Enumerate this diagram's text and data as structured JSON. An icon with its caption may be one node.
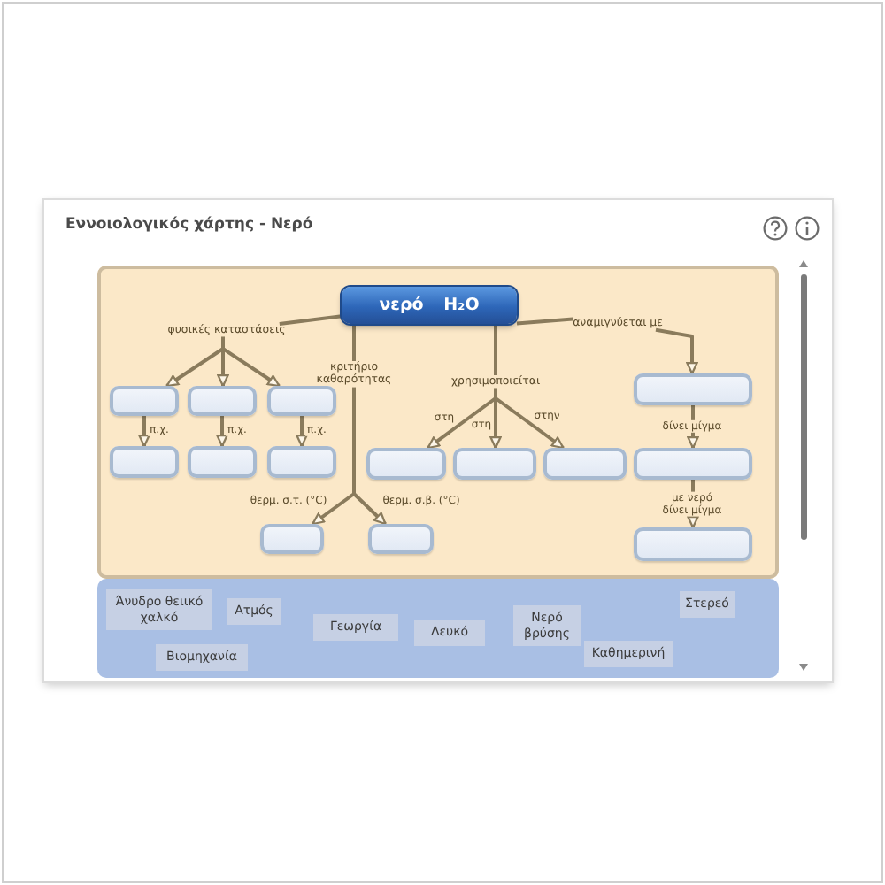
{
  "diagram": {
    "title": "Εννοιολογικός χάρτης - Νερό",
    "nodes": [
      {
        "text": [],
        "shape": "box"
      },
      {
        "text": [
          "νερό H₂O"
        ],
        "in": 0
      },
      {
        "text": [
          "φυσικές καταστάσεις"
        ],
        "in": 0
      },
      {
        "text": [
          "κριτήριο καθαρότητας"
        ],
        "in": 0
      },
      {
        "text": [
          "χρησιμοποιείται"
        ],
        "in": 0
      },
      {
        "text": [
          "αναμιγνύεται με"
        ],
        "in": 0
      },
      {
        "text": [],
        "shape": "box",
        "in": 0
      },
      {
        "text": [],
        "shape": "box",
        "in": 0
      },
      {
        "text": [],
        "shape": "box",
        "in": 0
      },
      {
        "text": [],
        "shape": "box",
        "in": 0
      },
      {
        "text": [],
        "shape": "box",
        "in": 0
      },
      {
        "text": [],
        "shape": "box",
        "in": 0
      },
      {
        "text": [],
        "shape": "box",
        "in": 0
      },
      {
        "text": [],
        "shape": "box",
        "in": 0
      },
      {
        "text": [],
        "shape": "box",
        "in": 0
      },
      {
        "text": [],
        "shape": "box",
        "in": 0
      },
      {
        "text": [],
        "shape": "box",
        "in": 0
      },
      {
        "text": [],
        "shape": "box",
        "in": 0
      },
      {
        "text": [],
        "shape": "box",
        "in": 0
      },
      {
        "text": [],
        "shape": "box",
        "in": 0
      },
      {
        "text": [],
        "shape": "box"
      },
      {
        "text": [
          "Άνυδρο θειικό χαλκό"
        ],
        "in": 20
      },
      {
        "text": [
          "Ατμός"
        ],
        "in": 20
      },
      {
        "text": [
          "Στερεό"
        ],
        "in": 20
      },
      {
        "text": [
          "Γεωργία"
        ],
        "in": 20
      },
      {
        "text": [
          "Λευκό"
        ],
        "in": 20
      },
      {
        "text": [
          "Νερό βρύσης"
        ],
        "in": 20
      },
      {
        "text": [
          "Βιομηχανία"
        ],
        "in": 20
      },
      {
        "text": [
          "Καθημερινή"
        ],
        "in": 20
      }
    ],
    "edges": [
      {
        "from": 1,
        "to": 2,
        "arrow": "none"
      },
      {
        "from": 2,
        "to": 6,
        "arrow": "to"
      },
      {
        "from": 2,
        "to": 7,
        "arrow": "to"
      },
      {
        "from": 2,
        "to": 8,
        "arrow": "to"
      },
      {
        "from": 6,
        "to": 10,
        "arrow": "to",
        "label": "π.χ."
      },
      {
        "from": 7,
        "to": 11,
        "arrow": "to",
        "label": "π.χ."
      },
      {
        "from": 8,
        "to": 12,
        "arrow": "to",
        "label": "π.χ."
      },
      {
        "from": 1,
        "to": 3,
        "arrow": "none"
      },
      {
        "from": 3,
        "to": 17,
        "arrow": "to",
        "label": "θερμ. σ.τ. (°C)"
      },
      {
        "from": 3,
        "to": 18,
        "arrow": "to",
        "label": "θερμ. σ.β. (°C)"
      },
      {
        "from": 1,
        "to": 4,
        "arrow": "none"
      },
      {
        "from": 4,
        "to": 13,
        "arrow": "to",
        "label": "στη"
      },
      {
        "from": 4,
        "to": 14,
        "arrow": "to",
        "label": "στη"
      },
      {
        "from": 4,
        "to": 15,
        "arrow": "to",
        "label": "στην"
      },
      {
        "from": 1,
        "to": 5,
        "arrow": "none"
      },
      {
        "from": 5,
        "to": 9,
        "arrow": "to"
      },
      {
        "from": 9,
        "to": 16,
        "arrow": "to",
        "label": "δίνει μίγμα"
      },
      {
        "from": 16,
        "to": 19,
        "arrow": "to",
        "label": "με νερό δίνει μίγμα"
      }
    ]
  }
}
